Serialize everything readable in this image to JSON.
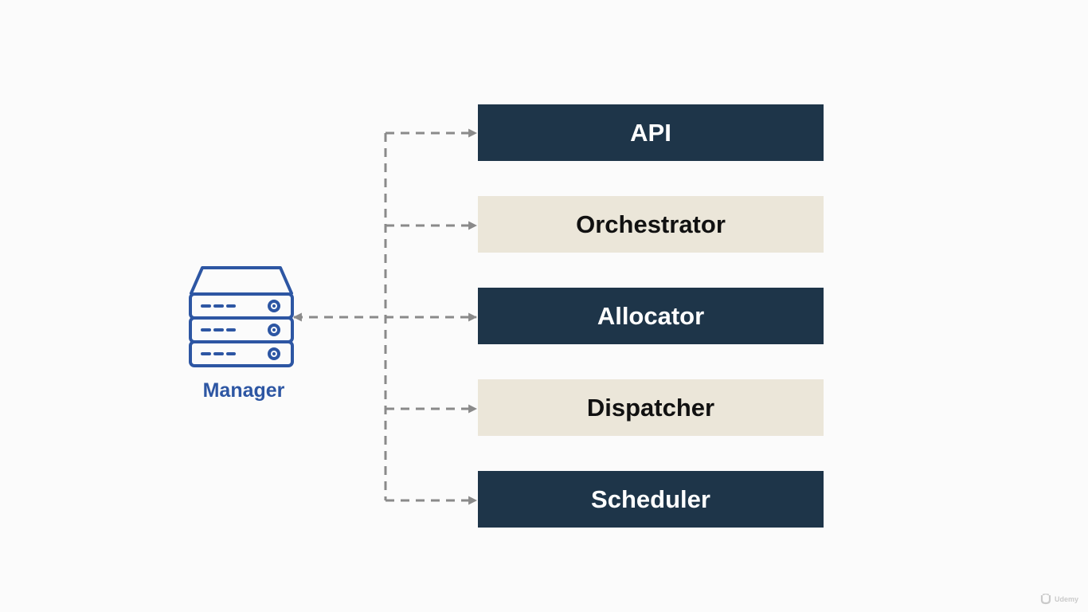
{
  "diagram": {
    "source_node": {
      "label": "Manager",
      "icon": "server-stack-icon",
      "color": "#2d56a3"
    },
    "components": [
      {
        "label": "API",
        "style": "dark"
      },
      {
        "label": "Orchestrator",
        "style": "light"
      },
      {
        "label": "Allocator",
        "style": "dark"
      },
      {
        "label": "Dispatcher",
        "style": "light"
      },
      {
        "label": "Scheduler",
        "style": "dark"
      }
    ],
    "colors": {
      "dark_box": "#1e3549",
      "light_box": "#ebe6d9",
      "connector": "#8a8a8a"
    }
  },
  "watermark": {
    "icon": "udemy-logo-icon",
    "text": "Udemy"
  }
}
